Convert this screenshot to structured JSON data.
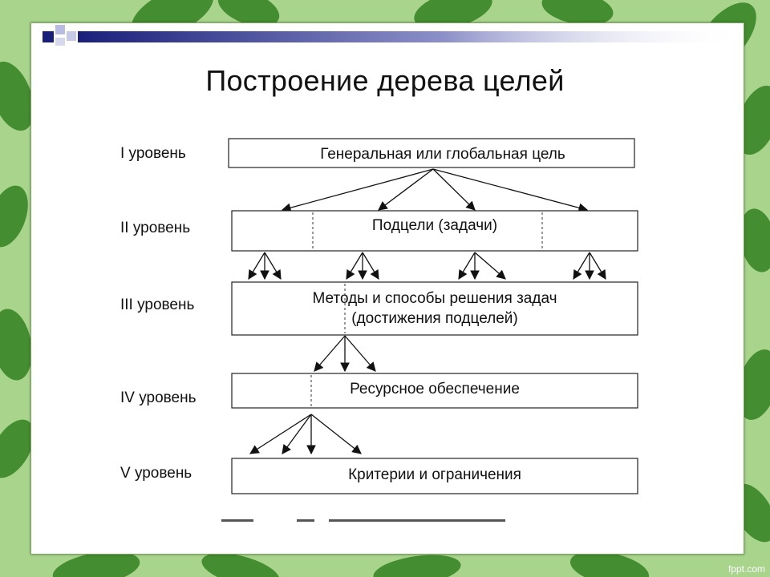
{
  "slide": {
    "title": "Построение дерева целей"
  },
  "levels": [
    {
      "label": "I уровень",
      "box_lines": [
        "Генеральная или глобальная цель"
      ]
    },
    {
      "label": "II уровень",
      "box_lines": [
        "Подцели (задачи)"
      ]
    },
    {
      "label": "III уровень",
      "box_lines": [
        "Методы и способы решения задач",
        "(достижения подцелей)"
      ]
    },
    {
      "label": "IV уровень",
      "box_lines": [
        "Ресурсное обеспечение"
      ]
    },
    {
      "label": "V уровень",
      "box_lines": [
        "Критерии и ограничения"
      ]
    }
  ],
  "watermark": "fppt.com",
  "colors": {
    "background_green": "#a8d48c",
    "leaf_green": "#3f8a2c",
    "accent_navy": "#1a1f7a",
    "line": "#111111"
  }
}
